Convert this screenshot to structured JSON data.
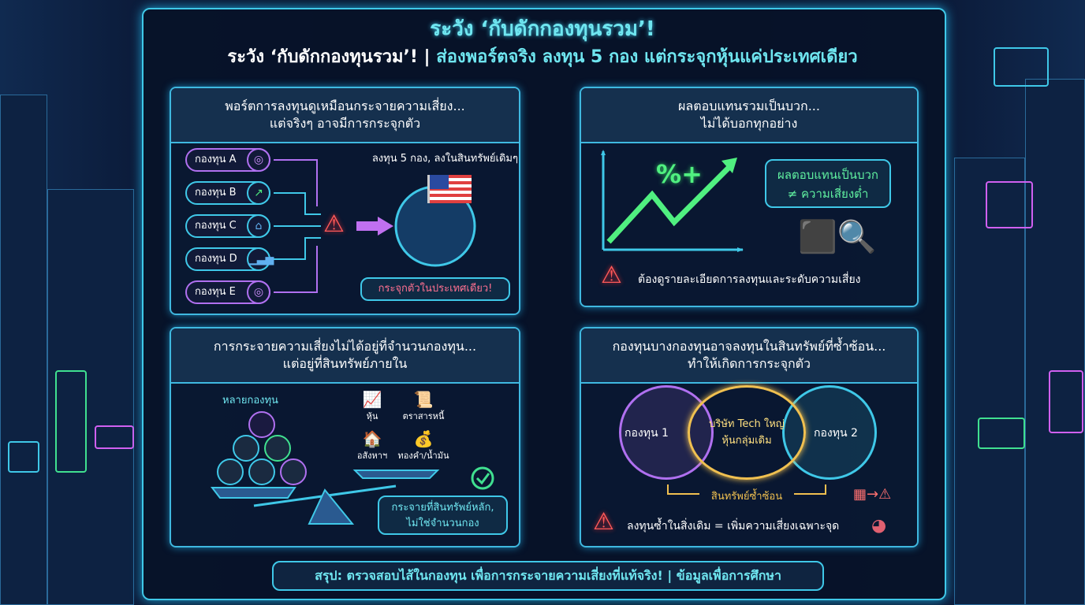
{
  "header": {
    "title": "ระวัง ‘กับดักกองทุนรวม’!",
    "subtitle_left": "ระวัง ‘กับดักกองทุนรวม’! |",
    "subtitle_right": "ส่องพอร์ตจริง ลงทุน 5 กอง แต่กระจุกหุ้นแค่ประเทศเดียว"
  },
  "panel1": {
    "heading_line1": "พอร์ตการลงทุนดูเหมือนกระจายความเสี่ยง...",
    "heading_line2": "แต่จริงๆ อาจมีการกระจุกตัว",
    "funds": [
      {
        "label": "กองทุน A",
        "icon": "coins-icon",
        "color": "#b070f0"
      },
      {
        "label": "กองทุน B",
        "icon": "growth-chart-icon",
        "color": "#3fc8e8"
      },
      {
        "label": "กองทุน C",
        "icon": "house-icon",
        "color": "#3fc8e8"
      },
      {
        "label": "กองทุน D",
        "icon": "bar-chart-icon",
        "color": "#3fc8e8"
      },
      {
        "label": "กองทุน E",
        "icon": "coins-icon",
        "color": "#b070f0"
      }
    ],
    "caption": "ลงทุน 5 กอง, ลงในสินทรัพย์เดิมๆ",
    "callout": "กระจุกตัวในประเทศเดียว!"
  },
  "panel2": {
    "heading_line1": "ผลตอบแทนรวมเป็นบวก...",
    "heading_line2": "ไม่ได้บอกทุกอย่าง",
    "chart_label": "%+",
    "box_line1": "ผลตอบแทนเป็นบวก",
    "box_line2": "≠ ความเสี่ยงต่ำ",
    "warning": "ต้องดูรายละเอียดการลงทุนและระดับความเสี่ยง"
  },
  "panel3": {
    "heading_line1": "การกระจายความเสี่ยงไม่ได้อยู่ที่จำนวนกองทุน...",
    "heading_line2": "แต่อยู่ที่สินทรัพย์ภายใน",
    "left_label": "หลายกองทุน",
    "assets": [
      {
        "label": "หุ้น",
        "icon": "stock-chart-icon"
      },
      {
        "label": "ตราสารหนี้",
        "icon": "certificate-icon"
      },
      {
        "label": "อสังหาฯ",
        "icon": "house-icon"
      },
      {
        "label": "ทองคำ/น้ำมัน",
        "icon": "gold-bag-icon"
      }
    ],
    "callout_line1": "กระจายที่สินทรัพย์หลัก,",
    "callout_line2": "ไม่ใช่จำนวนกอง"
  },
  "panel4": {
    "heading_line1": "กองทุนบางกองทุนอาจลงทุนในสินทรัพย์ที่ซ้ำซ้อน...",
    "heading_line2": "ทำให้เกิดการกระจุกตัว",
    "fund1": "กองทุน 1",
    "fund2": "กองทุน 2",
    "overlap_line1": "บริษัท Tech ใหญ่",
    "overlap_line2": "หุ้นกลุ่มเดิม",
    "bracket_label": "สินทรัพย์ซ้ำซ้อน",
    "warning": "ลงทุนซ้ำในสิ่งเดิม = เพิ่มความเสี่ยงเฉพาะจุด"
  },
  "footer": {
    "summary": "สรุป: ตรวจสอบไส้ในกองทุน เพื่อการกระจายความเสี่ยงที่แท้จริง!",
    "note": "| ข้อมูลเพื่อการศึกษา"
  },
  "colors": {
    "accent": "#3fc8e8",
    "purple": "#b070f0",
    "warning": "#ff5a5a",
    "gold": "#f0c050",
    "green": "#50f080"
  }
}
